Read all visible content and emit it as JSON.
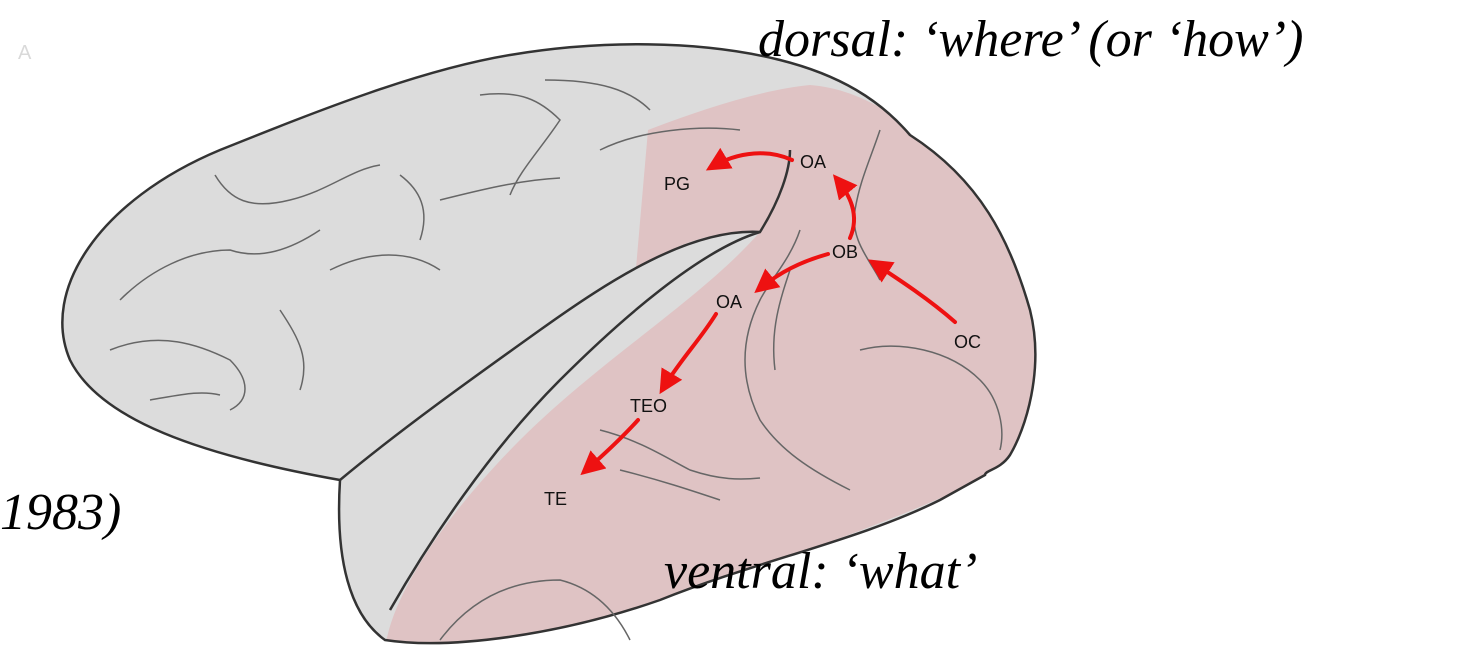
{
  "captions": {
    "dorsal": "dorsal: ‘where’ (or ‘how’)",
    "ventral": "ventral: ‘what’",
    "citation": "1983)",
    "corner_letter": "A"
  },
  "areas": {
    "pg": "PG",
    "oa_upper": "OA",
    "ob": "OB",
    "oc": "OC",
    "oa_lower": "OA",
    "teo": "TEO",
    "te": "TE"
  },
  "colors": {
    "cortex_fill": "#dcdcdc",
    "visual_fill": "#dfc3c4",
    "outline": "#333333",
    "sulcus": "#666666",
    "arrow": "#ee1111"
  }
}
